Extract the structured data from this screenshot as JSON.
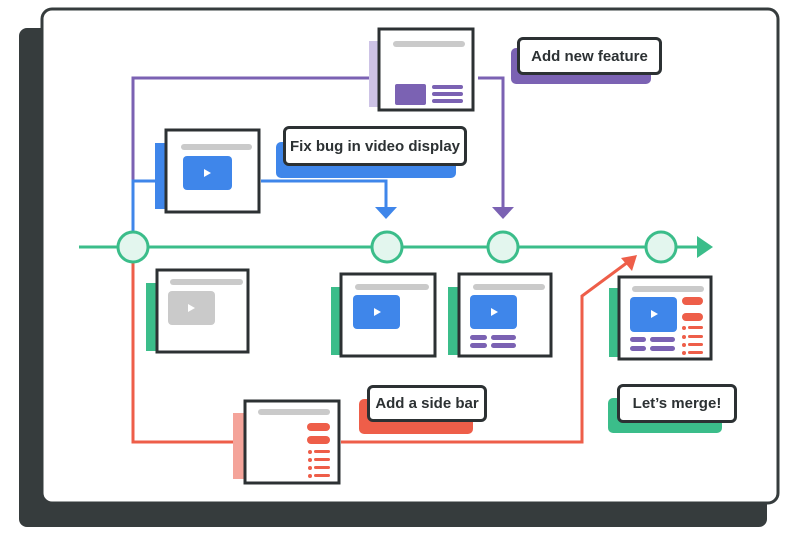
{
  "labels": {
    "add_new_feature": "Add new feature",
    "fix_bug": "Fix bug in video display",
    "add_side_bar": "Add a side bar",
    "lets_merge": "Let’s merge!"
  },
  "colors": {
    "frame_outline": "#2c3133",
    "backdrop": "#363c3d",
    "main_branch": "#3bbd8a",
    "feature_branch": "#7b62b3",
    "bugfix_branch": "#3f86ea",
    "sidebar_branch": "#ee5e49",
    "placeholder_gray": "#cacaca",
    "node_fill": "#e3f6ee"
  },
  "icons": [
    "play-icon"
  ]
}
